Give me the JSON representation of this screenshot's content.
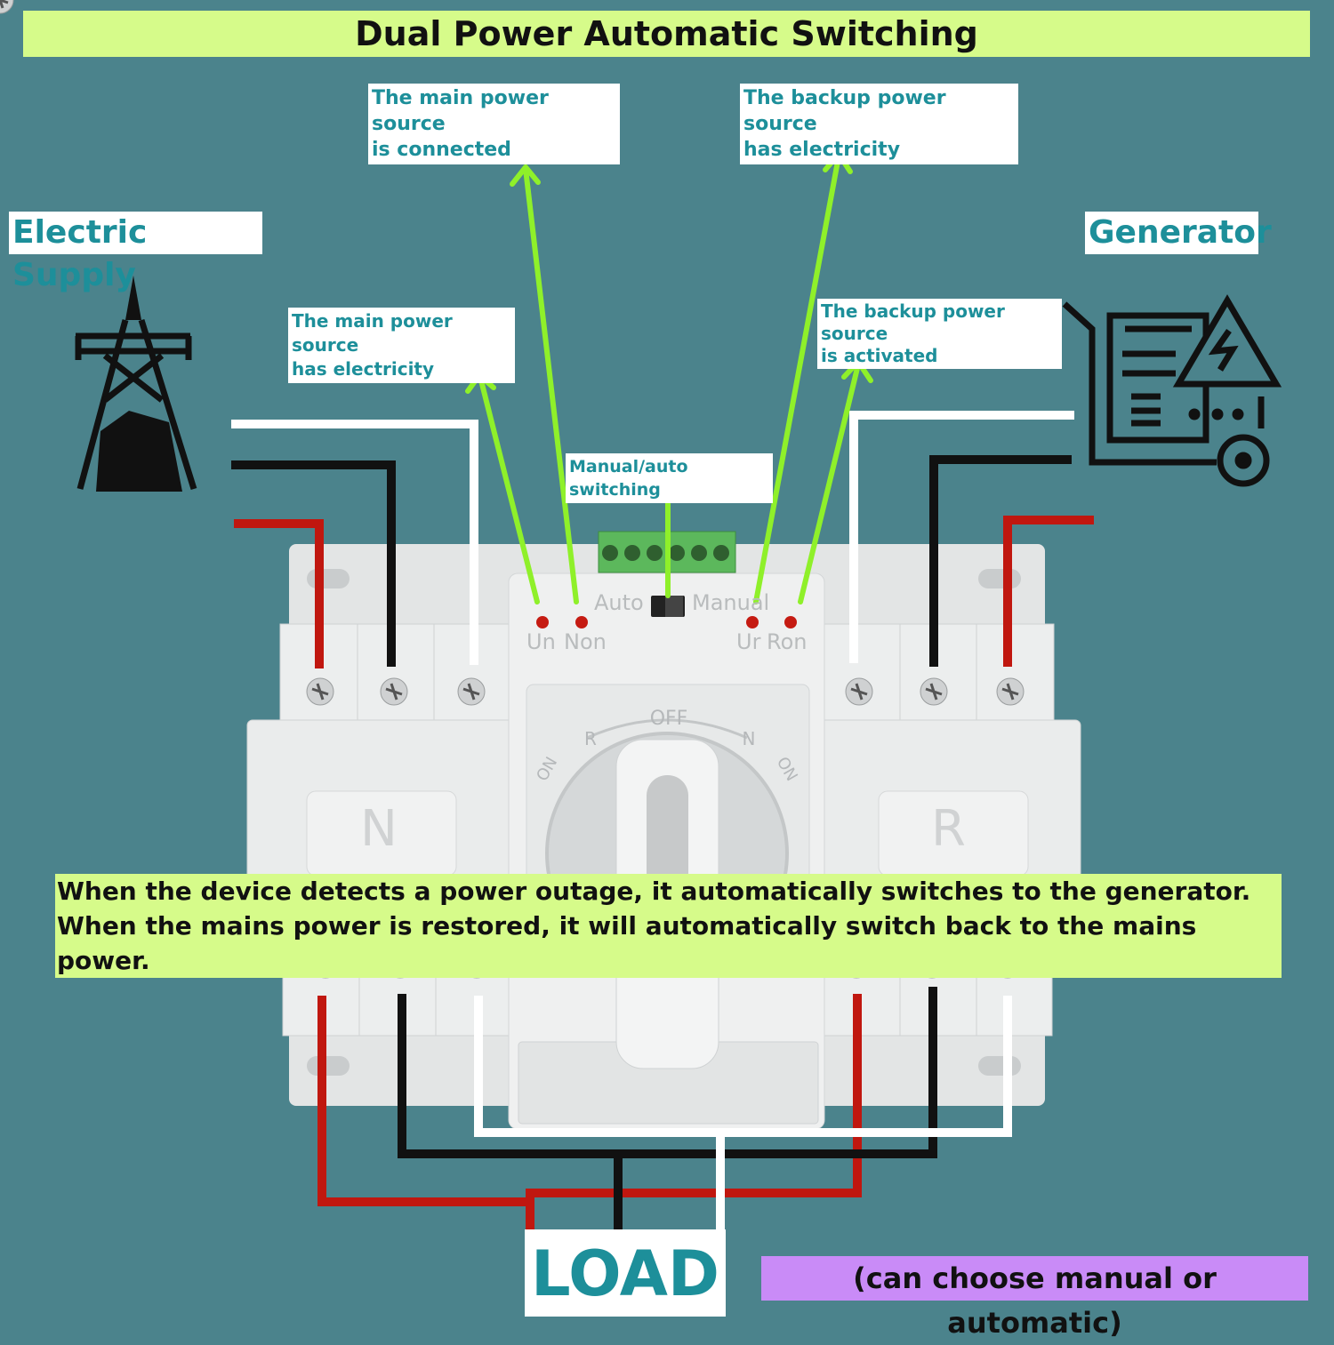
{
  "title": "Dual Power Automatic Switching",
  "sources": {
    "mains": "Electric Supply",
    "backup": "Generator"
  },
  "indicators": {
    "main_connected": "The main power source\nis connected",
    "backup_has_power": "The backup power source\nhas electricity",
    "main_has_power": "The main power source\nhas electricity",
    "backup_activated": "The backup power source\nis activated",
    "mode_switch": "Manual/auto switching"
  },
  "device": {
    "mode_auto": "Auto",
    "mode_manual": "Manual",
    "led_un": "Un",
    "led_non": "Non",
    "led_ur": "Ur",
    "led_ron": "Ron",
    "side_n": "N",
    "side_r": "R",
    "dial_off": "OFF",
    "dial_r": "R",
    "dial_n": "N",
    "dial_on_left": "ON",
    "dial_on_right": "ON"
  },
  "description": "When the device detects a power outage, it automatically switches to the generator.\nWhen the mains power is restored, it will automatically switch back to the mains power.",
  "load": "LOAD",
  "note": "(can choose manual or automatic)",
  "colors": {
    "background": "#4b838c",
    "highlight": "#d6fb8a",
    "label_text": "#1d8f9a",
    "note_bg": "#c98bf7",
    "arrow": "#8ff02a",
    "wire_red": "#c0170f",
    "wire_black": "#111111",
    "wire_white": "#ffffff"
  },
  "icons": [
    "transmission-tower-icon",
    "generator-icon"
  ]
}
